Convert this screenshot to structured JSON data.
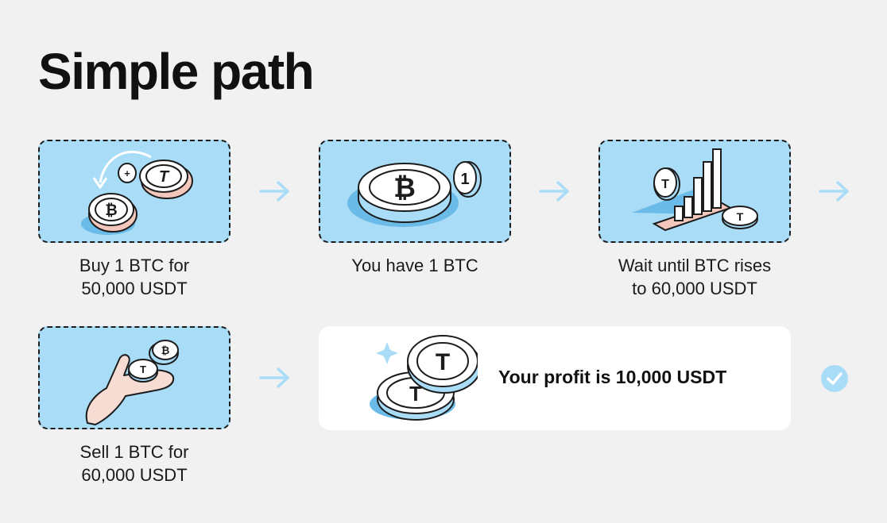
{
  "title": "Simple path",
  "steps": [
    {
      "line1": "Buy 1 BTC for",
      "line2": "50,000 USDT",
      "icon": "buy-exchange"
    },
    {
      "line1": "You have 1 BTC",
      "line2": "",
      "icon": "bitcoin-coin"
    },
    {
      "line1": "Wait until BTC rises",
      "line2": "to 60,000 USDT",
      "icon": "rising-chart"
    },
    {
      "line1": "Sell 1 BTC for",
      "line2": "60,000 USDT",
      "icon": "hand-coins"
    }
  ],
  "result": {
    "text": "Your profit is 10,000 USDT",
    "icon": "tether-coins"
  },
  "badge_numeral": "1",
  "colors": {
    "card": "#a9dcf7",
    "arrow": "#a9dcf7",
    "check": "#a9dcf7",
    "accent_pink": "#f4c7bd",
    "background": "#f1f1f1"
  }
}
